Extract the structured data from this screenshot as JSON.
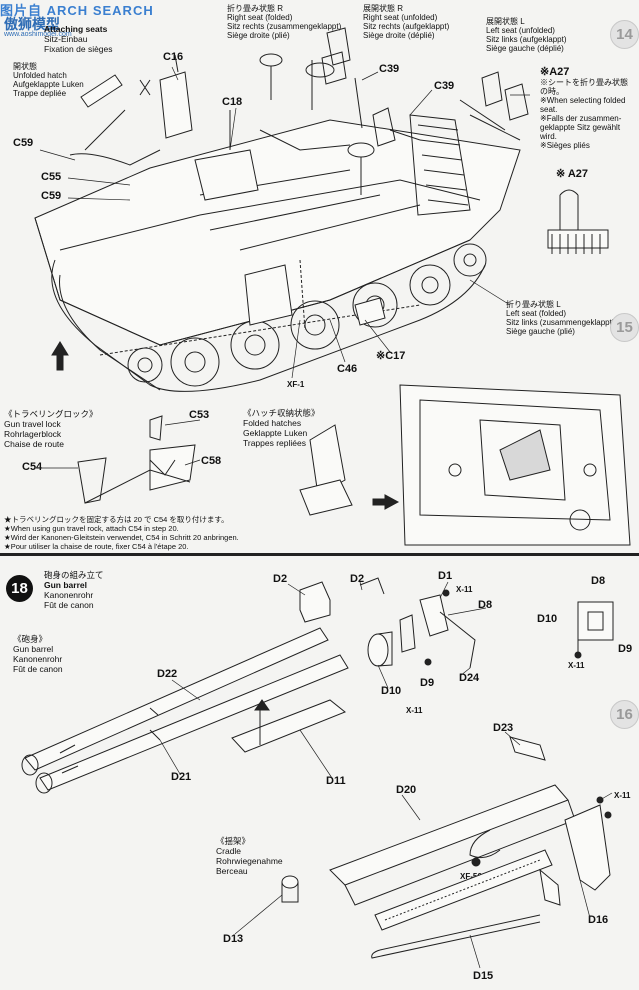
{
  "watermark": {
    "text1": "图片自",
    "text2": "ARCH",
    "brand": "SEARCH",
    "logo": "傲狮模型",
    "url": "www.aoshimodel.com"
  },
  "step_top": {
    "titles": [
      "Attaching seats",
      "Sitz-Einbau",
      "Fixation de sièges"
    ],
    "hatch_unfolded": [
      "開状態",
      "Unfolded hatch",
      "Aufgeklappte Luken",
      "Trappe depliée"
    ],
    "seat_right_folded": [
      "折り畳み状態 R",
      "Right seat (folded)",
      "Sitz rechts (zusammengeklappt)",
      "Siège droite (plié)"
    ],
    "seat_right_unfolded": [
      "展開状態 R",
      "Right seat (unfolded)",
      "Sitz rechts (aufgeklappt)",
      "Siège droite (déplié)"
    ],
    "seat_left_unfolded": [
      "展開状態 L",
      "Left seat (unfolded)",
      "Sitz links (aufgeklappt)",
      "Siège gauche (déplié)"
    ],
    "note_A27": [
      "※A27",
      "※シートを折り畳み状態",
      "の時。",
      "※When selecting folded",
      "seat.",
      "※Falls der zusammen-",
      "geklappte Sitz gewählt",
      "wird.",
      "※Sièges pliés"
    ],
    "detail_A27": "※ A27",
    "seat_left_folded": [
      "折り畳み状態 L",
      "Left seat (folded)",
      "Sitz links (zusammengeklappt)",
      "Siège gauche (plié)"
    ],
    "travel_lock": [
      "《トラベリングロック》",
      "Gun travel lock",
      "Rohrlagerblock",
      "Chaise de route"
    ],
    "folded_hatches": [
      "《ハッチ収納状態》",
      "Folded hatches",
      "Geklappte Luken",
      "Trappes repliées"
    ],
    "notes": [
      "★トラベリングロックを固定する方は 20 で C54 を取り付けます。",
      "★When using gun travel rock, attach C54 in step 20.",
      "★Wird der Kanonen-Gleitstein verwendet, C54 in Schritt 20 anbringen.",
      "★Pour utiliser la chaise de route, fixer C54 à l'étape 20."
    ],
    "parts": {
      "c16": "C16",
      "c18": "C18",
      "c39a": "C39",
      "c39b": "C39",
      "c59a": "C59",
      "c55": "C55",
      "c59b": "C59",
      "c53": "C53",
      "c54": "C54",
      "c58": "C58",
      "c46": "C46",
      "c17": "※C17",
      "xf1": "XF-1"
    }
  },
  "step18": {
    "number": "18",
    "header_jp": "砲身の組み立て",
    "titles": [
      "Gun barrel",
      "Kanonenrohr",
      "Fût de canon"
    ],
    "barrel_sub": [
      "《砲身》",
      "Gun barrel",
      "Kanonenrohr",
      "Fût de canon"
    ],
    "cradle_sub": [
      "《揺架》",
      "Cradle",
      "Rohrwiegenahme",
      "Berceau"
    ],
    "parts": {
      "d2a": "D2",
      "d2b": "D2",
      "d1": "D1",
      "x11a": "X-11",
      "d8a": "D8",
      "d8b": "D8",
      "d10a": "D10",
      "d9a": "D9",
      "x11b": "X-11",
      "d10b": "D10",
      "x11c": "X-11",
      "d9b": "D9",
      "d24": "D24",
      "d22": "D22",
      "d21": "D21",
      "d11": "D11",
      "d23": "D23",
      "d20": "D20",
      "x11d": "X-11",
      "xf56": "XF-56",
      "d16": "D16",
      "d13": "D13",
      "d15": "D15"
    }
  },
  "side_steps": [
    "14",
    "15",
    "16"
  ]
}
